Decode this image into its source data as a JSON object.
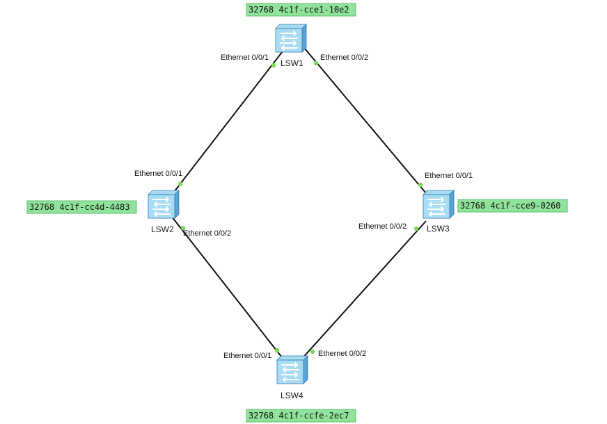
{
  "colors": {
    "link": "#111111",
    "port_dot": "#7ed957",
    "badge_bg": "#8fe39a",
    "badge_border": "#5cc06c",
    "switch_face": "#a9dcf2",
    "switch_side": "#5aa5d6",
    "switch_edge": "#2f77b3",
    "switch_arrow": "#ffffff"
  },
  "devices": [
    {
      "id": "LSW1",
      "label": "LSW1",
      "bridge_id": "32768 4c1f-cce1-10e2",
      "icon": "switch-icon"
    },
    {
      "id": "LSW2",
      "label": "LSW2",
      "bridge_id": "32768 4c1f-cc4d-4483",
      "icon": "switch-icon"
    },
    {
      "id": "LSW3",
      "label": "LSW3",
      "bridge_id": "32768 4c1f-cce9-0260",
      "icon": "switch-icon"
    },
    {
      "id": "LSW4",
      "label": "LSW4",
      "bridge_id": "32768 4c1f-ccfe-2ec7",
      "icon": "switch-icon"
    }
  ],
  "links": [
    {
      "a": "LSW1",
      "a_port": "Ethernet 0/0/1",
      "b": "LSW2",
      "b_port": "Ethernet 0/0/1"
    },
    {
      "a": "LSW1",
      "a_port": "Ethernet 0/0/2",
      "b": "LSW3",
      "b_port": "Ethernet 0/0/1"
    },
    {
      "a": "LSW2",
      "a_port": "Ethernet 0/0/2",
      "b": "LSW4",
      "b_port": "Ethernet 0/0/1"
    },
    {
      "a": "LSW3",
      "a_port": "Ethernet 0/0/2",
      "b": "LSW4",
      "b_port": "Ethernet 0/0/2"
    }
  ]
}
